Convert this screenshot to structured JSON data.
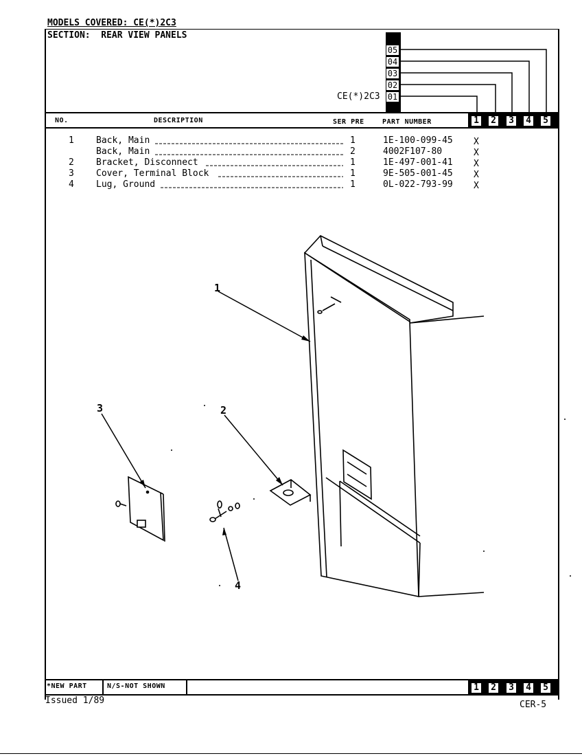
{
  "header": {
    "models_covered": "MODELS COVERED: CE(*)2C3",
    "section": "SECTION:  REAR VIEW PANELS",
    "model_code": "CE(*)2C3",
    "model_variants": [
      "05",
      "04",
      "03",
      "02",
      "01"
    ]
  },
  "columns": {
    "no": "NO.",
    "description": "DESCRIPTION",
    "ser_pre": "SER PRE",
    "part_number": "PART NUMBER",
    "variant_cols": [
      "1",
      "2",
      "3",
      "4",
      "5"
    ]
  },
  "parts": [
    {
      "no": "1",
      "desc": "Back, Main",
      "qty": "1",
      "part": "1E-100-099-45",
      "mark": "X"
    },
    {
      "no": "",
      "desc": "Back, Main",
      "qty": "2",
      "part": "4002F107-80",
      "mark": "X"
    },
    {
      "no": "2",
      "desc": "Bracket, Disconnect",
      "qty": "1",
      "part": "1E-497-001-41",
      "mark": "X"
    },
    {
      "no": "3",
      "desc": "Cover, Terminal Block",
      "qty": "1",
      "part": "9E-505-001-45",
      "mark": "X"
    },
    {
      "no": "4",
      "desc": "Lug, Ground",
      "qty": "1",
      "part": "0L-022-793-99",
      "mark": "X"
    }
  ],
  "callouts": [
    "1",
    "2",
    "3",
    "4"
  ],
  "footer": {
    "new_part": "*NEW PART",
    "not_shown": "N/S-NOT SHOWN",
    "variant_cols": [
      "1",
      "2",
      "3",
      "4",
      "5"
    ],
    "issued": "Issued 1/89",
    "page_id": "CER-5"
  }
}
